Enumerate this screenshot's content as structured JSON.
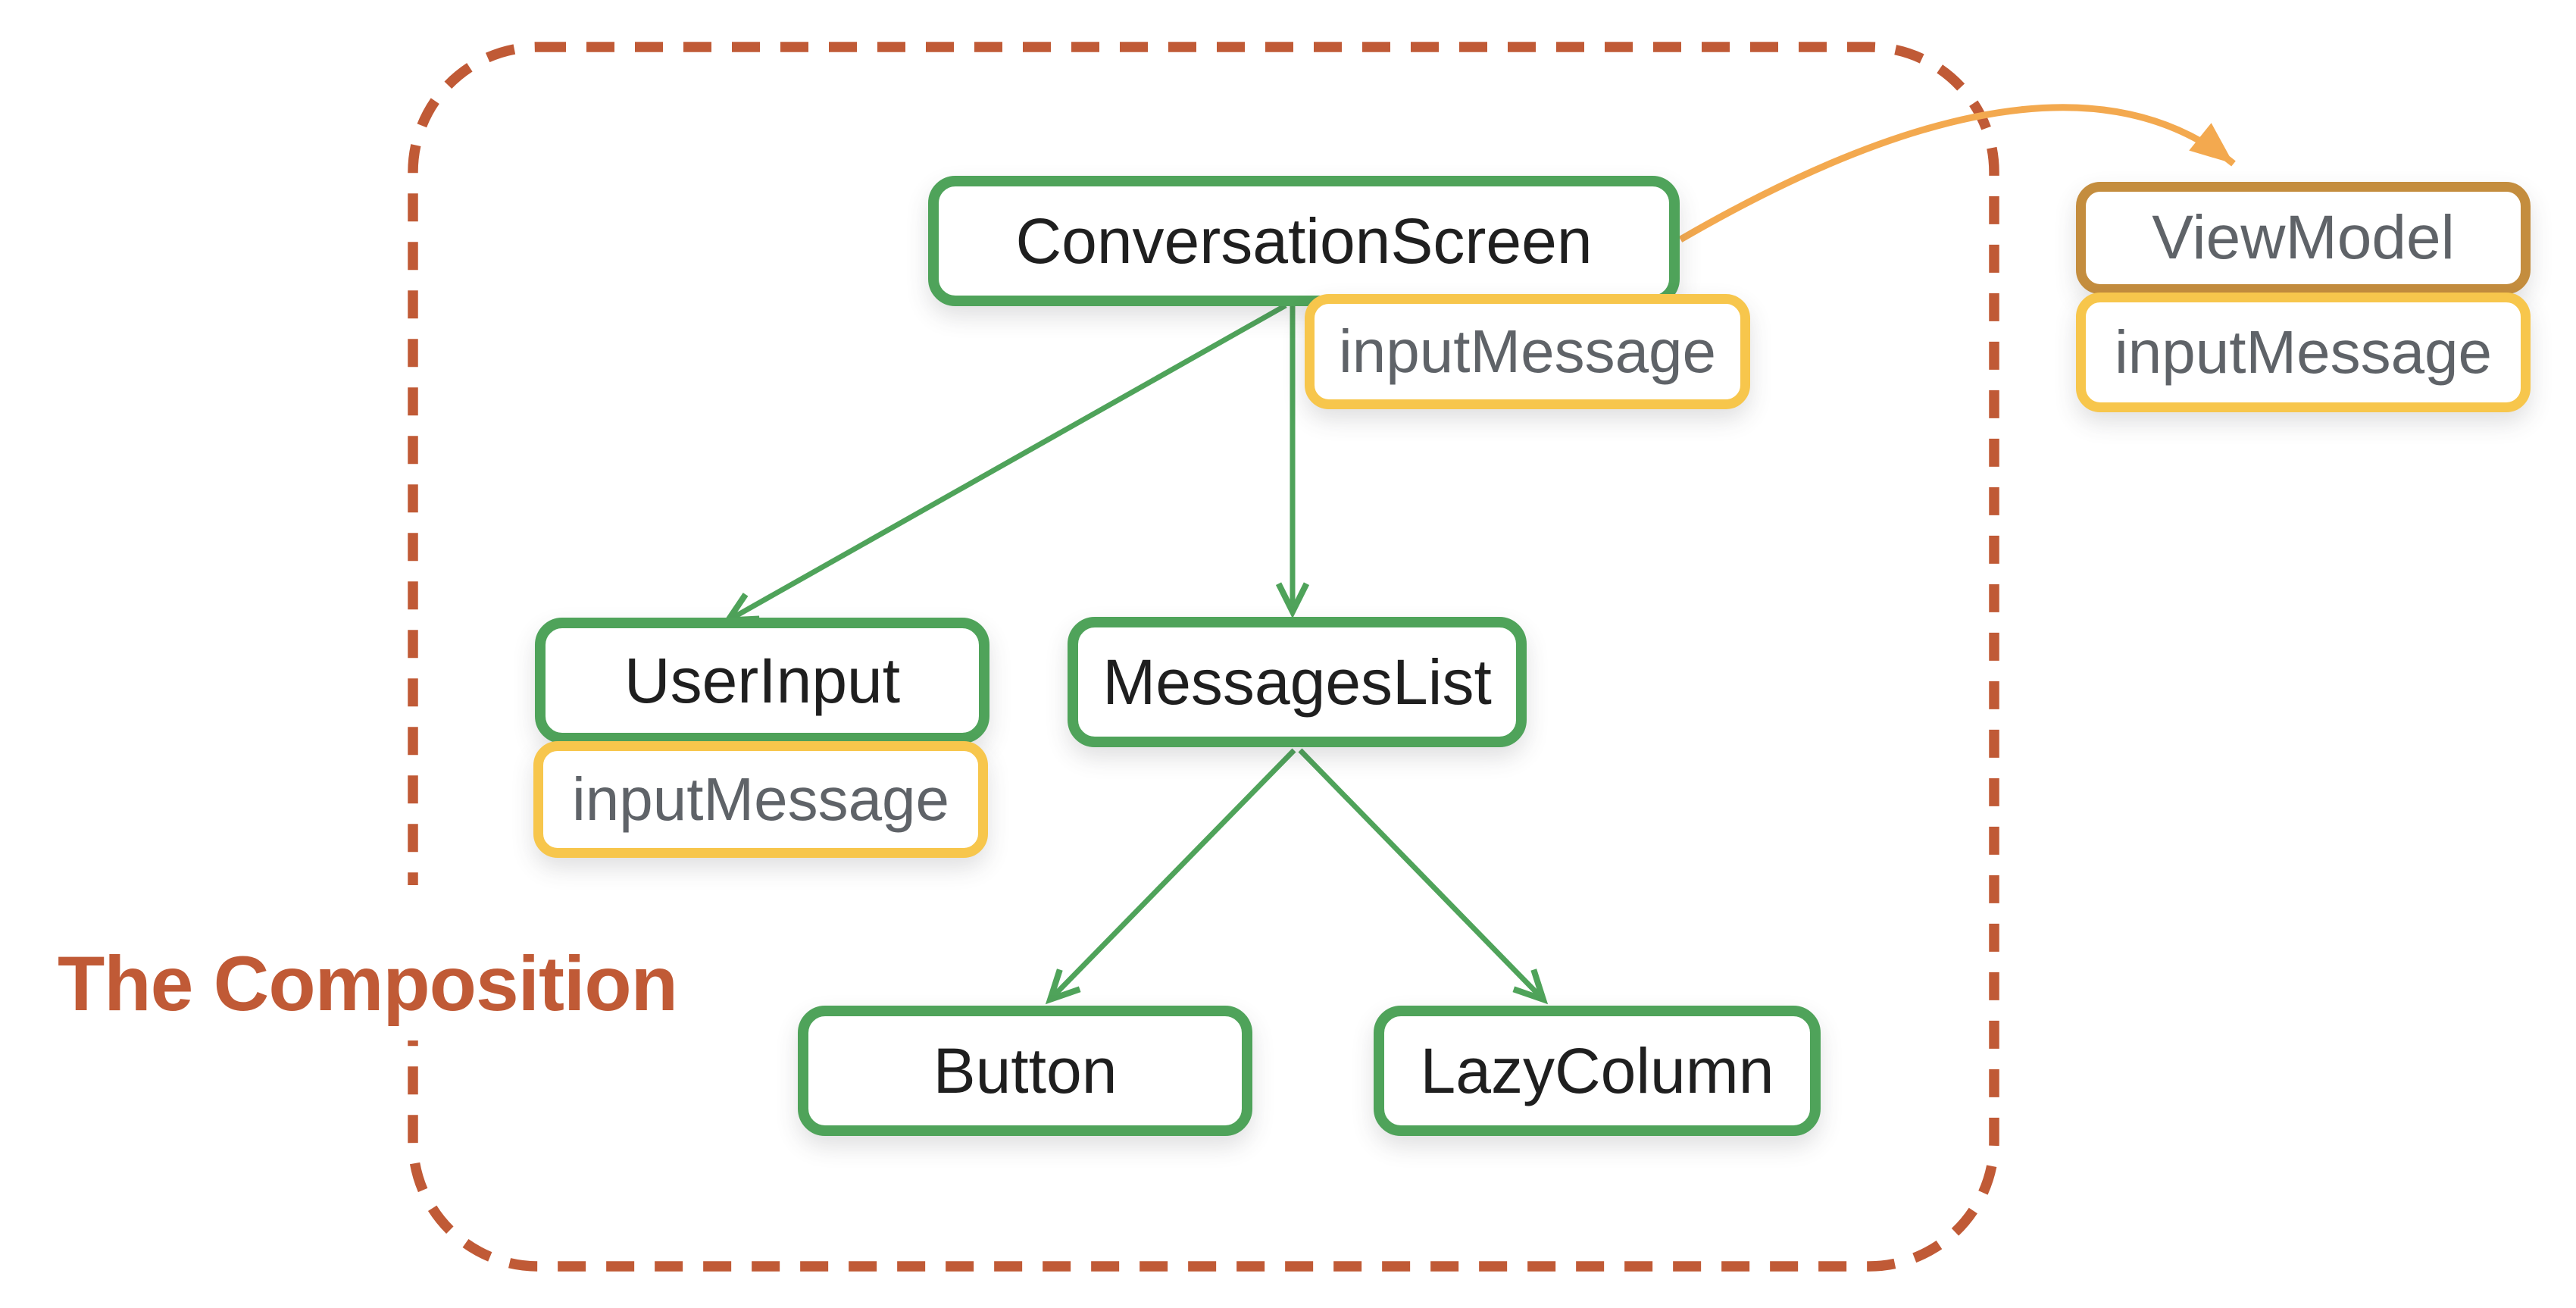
{
  "title": {
    "label": "The Composition"
  },
  "colors": {
    "green": "#4FA35A",
    "yellow": "#F7C64C",
    "brown": "#C48D3E",
    "orange": "#F3A94F",
    "dashed": "#C05A36",
    "gray_text": "#5F6368",
    "dark_text": "#1F1F1F",
    "bg": "#FFFFFF"
  },
  "nodes": {
    "conversationScreen": {
      "label": "ConversationScreen"
    },
    "conversationState": {
      "label": "inputMessage"
    },
    "userInput": {
      "label": "UserInput"
    },
    "userInputState": {
      "label": "inputMessage"
    },
    "messagesList": {
      "label": "MessagesList"
    },
    "button": {
      "label": "Button"
    },
    "lazyColumn": {
      "label": "LazyColumn"
    },
    "viewModel": {
      "label": "ViewModel"
    },
    "viewModelState": {
      "label": "inputMessage"
    }
  },
  "edges": [
    {
      "from": "ConversationScreen",
      "to": "UserInput"
    },
    {
      "from": "ConversationScreen",
      "to": "MessagesList"
    },
    {
      "from": "MessagesList",
      "to": "Button"
    },
    {
      "from": "MessagesList",
      "to": "LazyColumn"
    },
    {
      "from": "ConversationScreen",
      "to": "ViewModel"
    }
  ]
}
